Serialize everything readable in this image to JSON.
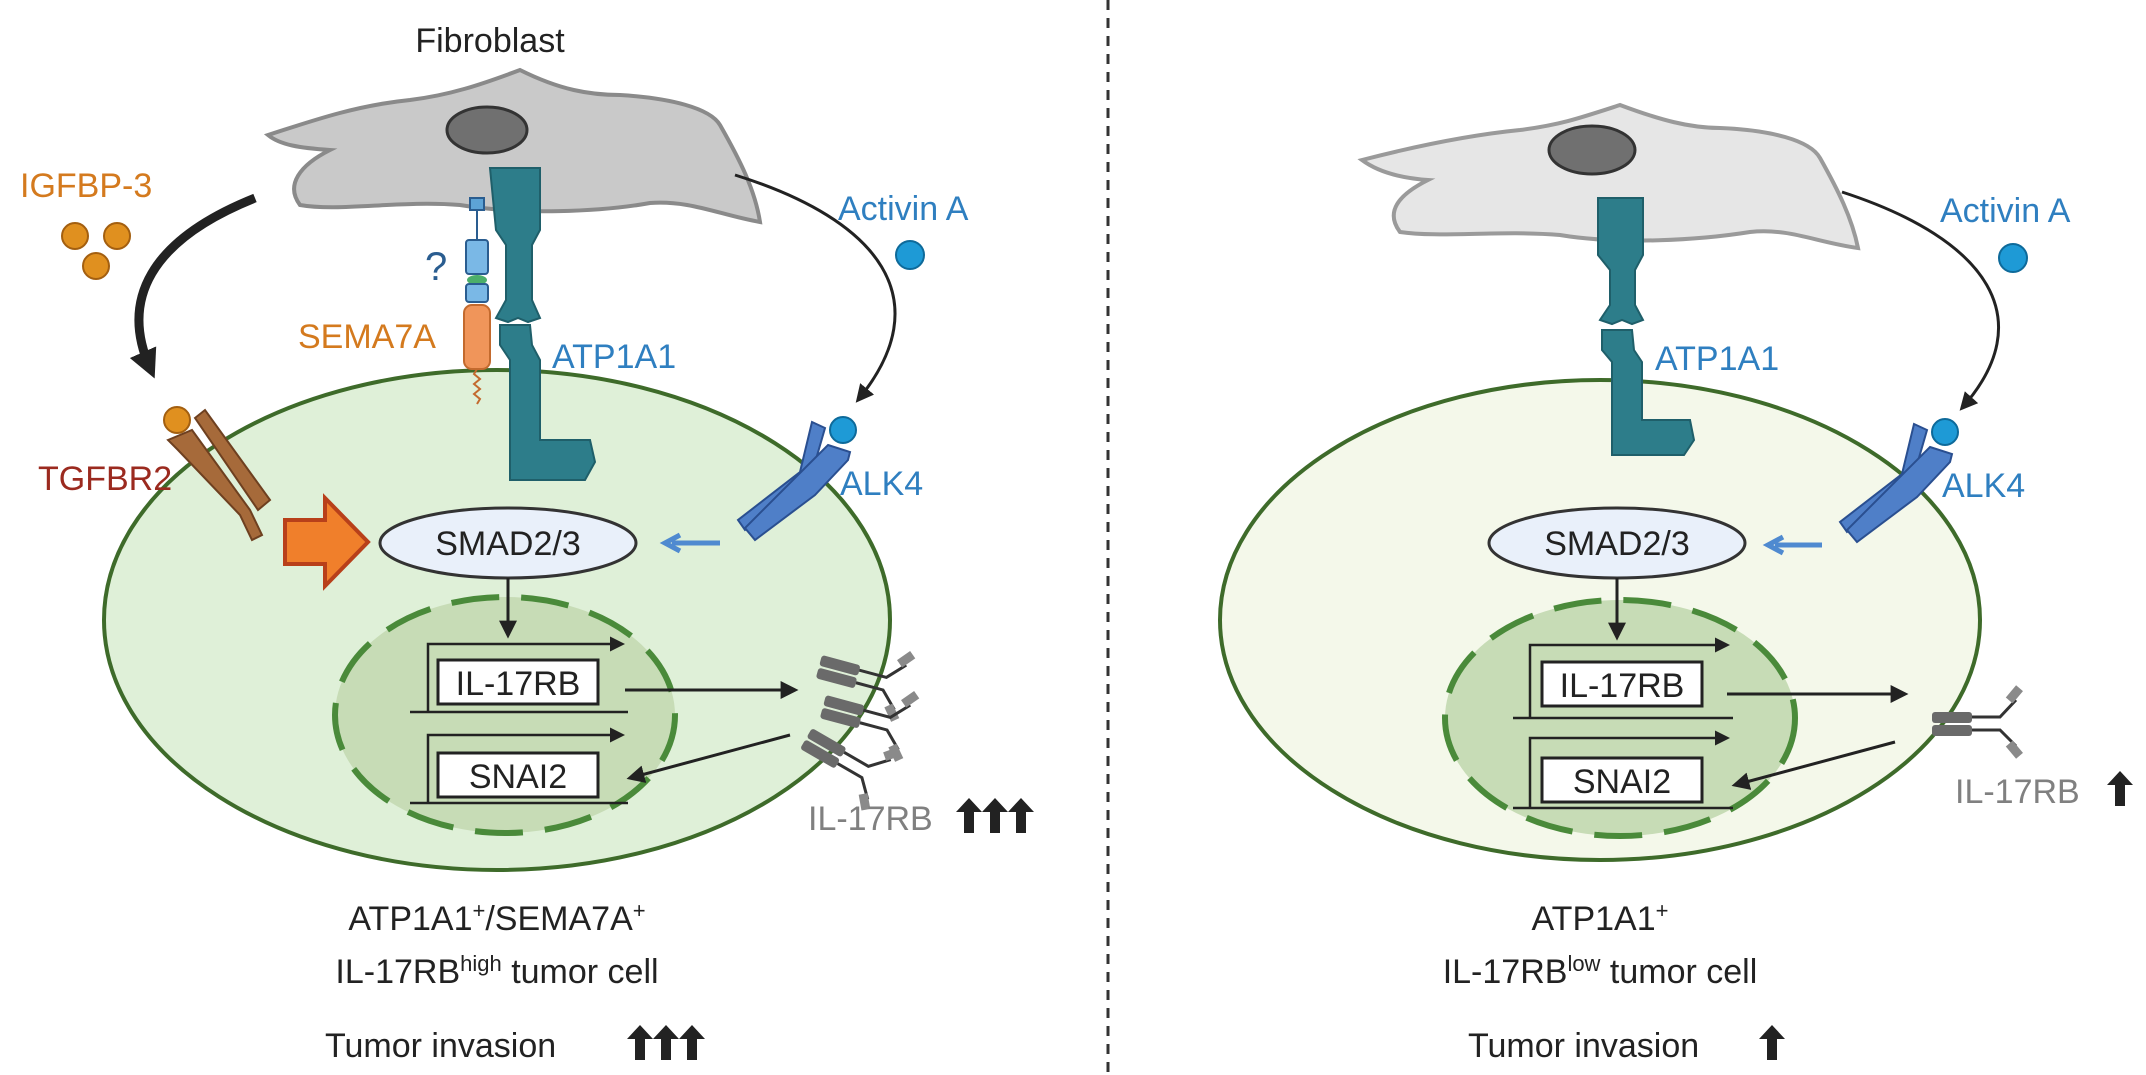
{
  "colors": {
    "orange_text": "#d47a1e",
    "blue_text": "#2f7fc0",
    "red_text": "#9b2a1f",
    "gray_text": "#808080",
    "cell_fill_left": "#dff0d8",
    "cell_fill_right": "#f4f8ea",
    "cell_border": "#3e6b2a",
    "nucleus_fill": "#c7dcb6",
    "nucleus_border": "#4a8a3a",
    "atp_teal": "#2d7d8a",
    "arrow_orange": "#f07f2b",
    "smad_fill": "#e9f0fa"
  },
  "left": {
    "fibroblast_label": "Fibroblast",
    "igfbp_label": "IGFBP-3",
    "tgfbr_label": "TGFBR2",
    "question_label": "?",
    "sema_label": "SEMA7A",
    "atp_label": "ATP1A1",
    "activin_label": "Activin A",
    "alk_label": "ALK4",
    "smad_label": "SMAD2/3",
    "il17rb_gene": "IL-17RB",
    "snai2_gene": "SNAI2",
    "il17rb_level": "IL-17RB",
    "cell_line1_main": "ATP1A1",
    "cell_line1_sup1": "+",
    "cell_line1_mid": "/SEMA7A",
    "cell_line1_sup2": "+",
    "cell_line2_main": "IL-17RB",
    "cell_line2_sup": "high",
    "cell_line2_tail": " tumor cell",
    "invasion_label": "Tumor invasion"
  },
  "right": {
    "activin_label": "Activin A",
    "atp_label": "ATP1A1",
    "alk_label": "ALK4",
    "smad_label": "SMAD2/3",
    "il17rb_gene": "IL-17RB",
    "snai2_gene": "SNAI2",
    "il17rb_level": "IL-17RB",
    "cell_line1_main": "ATP1A1",
    "cell_line1_sup": "+",
    "cell_line2_main": "IL-17RB",
    "cell_line2_sup": "low",
    "cell_line2_tail": " tumor cell",
    "invasion_label": "Tumor invasion"
  }
}
